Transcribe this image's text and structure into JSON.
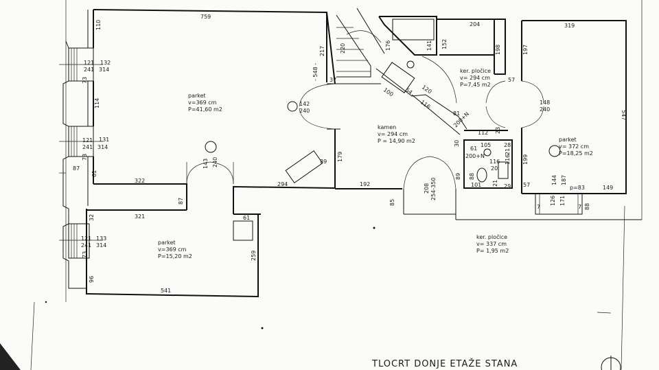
{
  "title": "TLOCRT DONJE ETAŽE STANA",
  "rooms": [
    {
      "id": "living",
      "floor": "parket",
      "height": "v=369 cm",
      "area": "P=41,60 m2"
    },
    {
      "id": "bottom-left",
      "floor": "parket",
      "height": "v=369 cm",
      "area": "P=15,20 m2"
    },
    {
      "id": "hall",
      "floor": "kamen",
      "height": "v= 294 cm",
      "area": "P = 14,90 m2"
    },
    {
      "id": "bath",
      "floor": "ker. pločice",
      "height": "v= 294 cm",
      "area": "P=7,45 m2"
    },
    {
      "id": "right",
      "floor": "parket",
      "height": "v= 372 cm",
      "area": "P=18,25 m2"
    },
    {
      "id": "wc",
      "floor": "ker. pločice",
      "height": "v= 337 cm",
      "area": "P= 1,95 m2"
    }
  ],
  "dimensions": {
    "d759": "759",
    "d110": "110",
    "d132": "132",
    "d121a": "121",
    "d241a": "241",
    "d314a": "314",
    "d73a": "73",
    "d114": "114",
    "d131": "131",
    "d121b": "121",
    "d241b": "241",
    "d314b": "314",
    "d73b": "73",
    "d87a": "87",
    "d61a": "61",
    "d322": "322",
    "d294": "294",
    "d87b": "87",
    "d143": "143",
    "d240a": "240",
    "d321": "321",
    "d32": "32",
    "d133": "133",
    "d121c": "121",
    "d241c": "241",
    "d314c": "314",
    "d73c": "73",
    "d96": "96",
    "d541": "541",
    "d259": "259",
    "d61b": "61",
    "d217": "217",
    "d548": "- 548 -",
    "d37": "37",
    "d142": "142",
    "d240b": "240",
    "d220": "220",
    "d89": "89",
    "d179": "179",
    "d192": "192",
    "d85": "85",
    "d208": "208",
    "d254": "254-350",
    "d89b": "89",
    "d176": "176",
    "d141": "141",
    "d152": "152",
    "d204": "204",
    "d198": "198",
    "d120": "120",
    "d100": "100",
    "d54": "54",
    "d116a": "116",
    "d81": "81",
    "d200n": "200+N",
    "d30": "30",
    "d112": "112",
    "d23": "23",
    "d61c": "61",
    "d105": "105",
    "d28": "28",
    "d200n2": "200+N",
    "d21a": "21",
    "d116b": "116",
    "d116c": "116",
    "d88": "88",
    "d101": "101",
    "d20": "20",
    "d21b": "21",
    "d29": "29",
    "d319": "319",
    "d197": "197",
    "d57a": "57",
    "d148": "148",
    "d240c": "240",
    "d547": "547",
    "d199": "199",
    "d57b": "57",
    "d144": "144",
    "d187": "187",
    "dp83": "p=83",
    "d149": "149",
    "d7a": "7",
    "d126": "126",
    "d171": "171",
    "d7b": "7",
    "d88b": "88"
  }
}
